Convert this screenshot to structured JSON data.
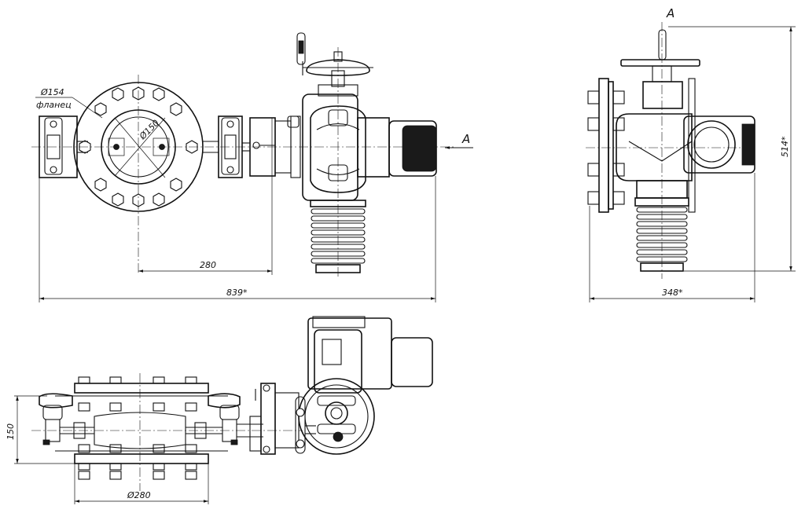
{
  "drawing": {
    "front_view": {
      "flange_label": "Ø154",
      "flange_caption": "фланец",
      "bore_label": "Ø150",
      "dim_center_to_actuator": "280",
      "dim_overall_length": "839*",
      "view_arrow_label": "A"
    },
    "side_view": {
      "view_label": "A",
      "dim_height": "514*",
      "dim_width": "348*"
    },
    "top_view": {
      "dim_width": "150",
      "dim_flange_diameter": "Ø280"
    }
  }
}
